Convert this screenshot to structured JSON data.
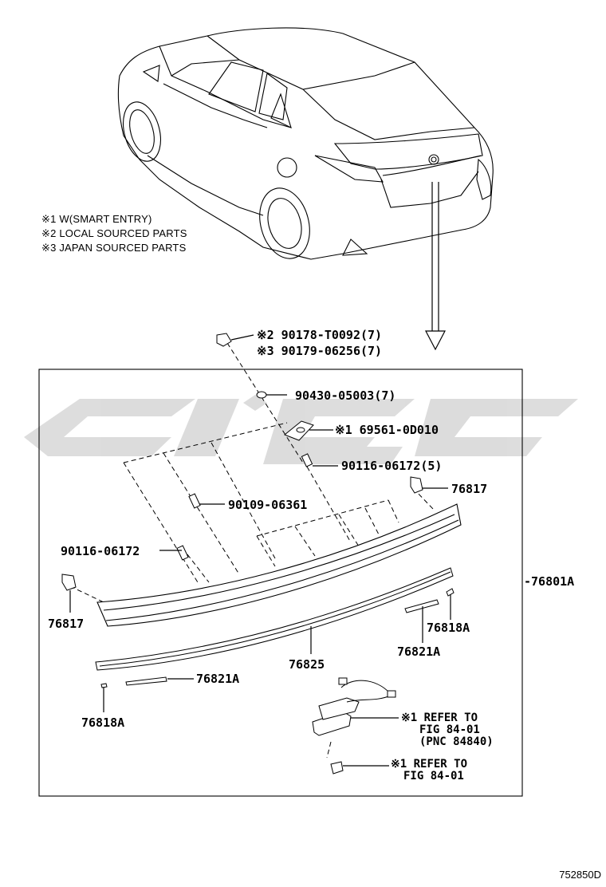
{
  "legend": [
    "※1 W(SMART ENTRY)",
    "※2 LOCAL SOURCED PARTS",
    "※3 JAPAN SOURCED PARTS"
  ],
  "parts": {
    "p1": "※2 90178-T0092(7)",
    "p2": "※3 90179-06256(7)",
    "p3": "90430-05003(7)",
    "p4": "※1 69561-0D010",
    "p5": "90116-06172(5)",
    "p6": "76817",
    "p7": "90109-06361",
    "p8": "90116-06172",
    "p9": "-76801A",
    "p10": "76817",
    "p11": "76818A",
    "p12": "76821A",
    "p13": "76825",
    "p14": "76821A",
    "p15": "76818A",
    "p16_line1": "※1 REFER TO",
    "p16_line2": "FIG 84-01",
    "p16_line3": "(PNC 84840)",
    "p17_line1": "※1 REFER TO",
    "p17_line2": "FIG 84-01"
  },
  "diagram_code": "752850D",
  "colors": {
    "line": "#000000",
    "watermark": "#d9d9d9"
  }
}
